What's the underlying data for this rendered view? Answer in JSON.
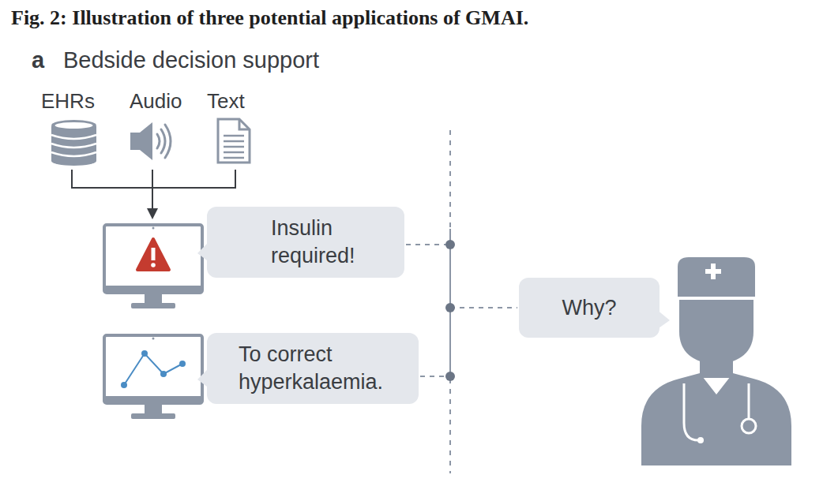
{
  "diagram": {
    "title": "Fig. 2: Illustration of three potential applications of GMAI.",
    "nodes": [
      {
        "text": [
          "Insulin required!"
        ]
      },
      {
        "text": [
          "Why?"
        ]
      },
      {
        "text": [
          "To correct hyperkalaemia."
        ]
      }
    ],
    "labels": [
      "a",
      "Bedside decision support",
      "EHRs",
      "Audio",
      "Text"
    ]
  }
}
